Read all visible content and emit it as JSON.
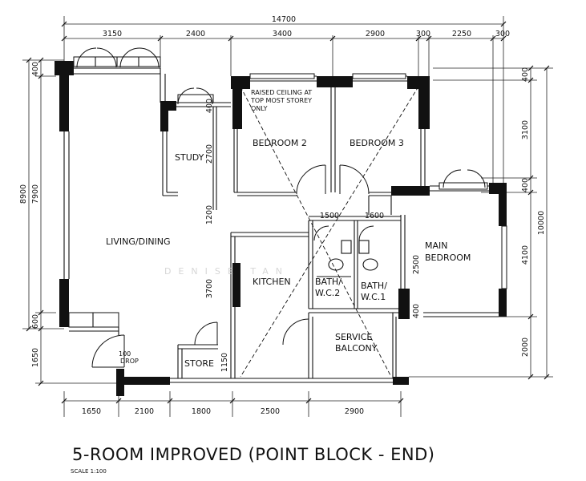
{
  "plan": {
    "title": "5-ROOM IMPROVED (POINT BLOCK - END)",
    "scale": "SCALE  1:100",
    "watermark": "DENISE TAN",
    "dims_top": {
      "overall": "14700",
      "seg1": "3150",
      "seg2": "2400",
      "seg3": "3400",
      "seg4": "2900",
      "seg5": "300",
      "seg6": "2250",
      "seg7": "300"
    },
    "dims_left": {
      "outer": "8900",
      "inner": "7900",
      "top": "400",
      "bottom": "600",
      "lower": "1650"
    },
    "dims_right": {
      "overall": "10000",
      "top": "400",
      "mid": "3100",
      "wall": "400",
      "bedroom": "4100",
      "bottom": "2000"
    },
    "dims_bottom": {
      "b1": "1650",
      "b2": "2100",
      "b3": "1800",
      "b4": "2500",
      "b5": "2900"
    },
    "dims_interior": {
      "study_h": "2700",
      "study_top": "400",
      "corridor": "1200",
      "kitchen_h": "3700",
      "store_w": "1150",
      "bath2_w": "1500",
      "bath1_w": "1600",
      "bath_h": "2500",
      "main_ledge": "400",
      "drop": "100"
    },
    "rooms": {
      "living": "LIVING/DINING",
      "study": "STUDY",
      "bedroom2": "BEDROOM 2",
      "bedroom3": "BEDROOM 3",
      "main_line1": "MAIN",
      "main_line2": "BEDROOM",
      "kitchen": "KITCHEN",
      "bath2_line1": "BATH/",
      "bath2_line2": "W.C.2",
      "bath1_line1": "BATH/",
      "bath1_line2": "W.C.1",
      "service_line1": "SERVICE",
      "service_line2": "BALCONY",
      "store": "STORE",
      "drop": "DROP"
    },
    "note": {
      "line1": "RAISED CEILING AT",
      "line2": "TOP MOST STOREY",
      "line3": "ONLY"
    }
  }
}
